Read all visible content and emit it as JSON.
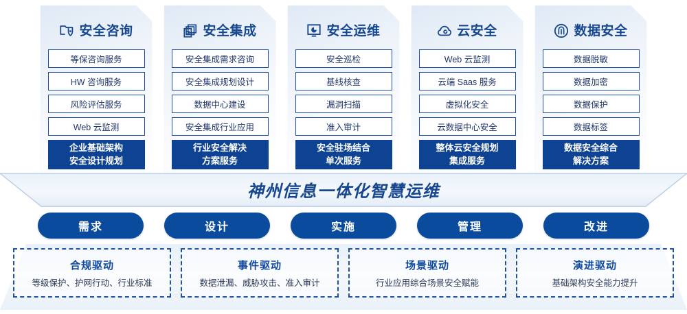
{
  "columns": [
    {
      "icon": "folder-shield-icon",
      "title": "安全咨询",
      "items": [
        "等保咨询服务",
        "HW 咨询服务",
        "风险评估服务",
        "Web 云监测"
      ],
      "highlight": [
        "企业基础架构",
        "安全设计规划"
      ]
    },
    {
      "icon": "stacked-documents-icon",
      "title": "安全集成",
      "items": [
        "安全集成需求咨询",
        "安全集成规划设计",
        "数据中心建设",
        "安全集成行业应用"
      ],
      "highlight": [
        "行业安全解决",
        "方案服务"
      ]
    },
    {
      "icon": "monitor-chart-icon",
      "title": "安全运维",
      "items": [
        "安全巡检",
        "基线核查",
        "漏洞扫描",
        "准入审计"
      ],
      "highlight": [
        "安全驻场结合",
        "单次服务"
      ]
    },
    {
      "icon": "cloud-icon",
      "title": "云安全",
      "items": [
        "Web 云监测",
        "云端 Saas 服务",
        "虚拟化安全",
        "云数据中心安全"
      ],
      "highlight": [
        "整体云安全规划",
        "集成服务"
      ]
    },
    {
      "icon": "fingerprint-icon",
      "title": "数据安全",
      "items": [
        "数据脱敏",
        "数据加密",
        "数据保护",
        "数据标签"
      ],
      "highlight": [
        "数据安全综合",
        "解决方案"
      ]
    }
  ],
  "platform": {
    "title": "神州信息一体化智慧运维"
  },
  "phases": [
    {
      "label": "需求"
    },
    {
      "label": "设计"
    },
    {
      "label": "实施"
    },
    {
      "label": "管理"
    },
    {
      "label": "改进"
    }
  ],
  "drivers": [
    {
      "title": "合规驱动",
      "desc": "等级保护、护网行动、行业标准"
    },
    {
      "title": "事件驱动",
      "desc": "数据泄漏、威胁攻击、准入审计"
    },
    {
      "title": "场景驱动",
      "desc": "行业应用综合场景安全赋能"
    },
    {
      "title": "演进驱动",
      "desc": "基础架构安全能力提升"
    }
  ],
  "colors": {
    "brand_blue": "#0e4293",
    "title_blue": "#16478f",
    "pill_blue": "#0b4b9e",
    "card_border": "#1f4f9c",
    "dashed_border": "#1d52a4"
  }
}
